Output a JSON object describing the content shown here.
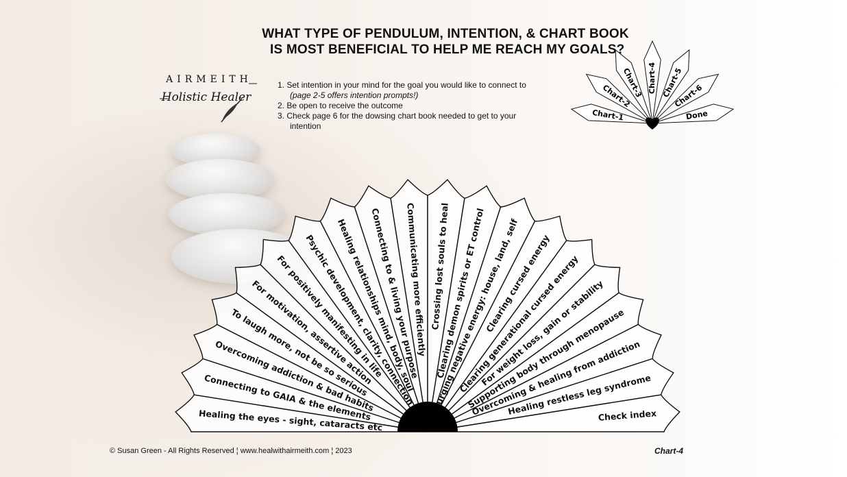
{
  "title": {
    "line1": "WHAT TYPE OF PENDULUM, INTENTION, & CHART BOOK",
    "line2": " IS MOST BENEFICIAL TO HELP ME REACH MY GOALS?"
  },
  "logo": {
    "brand": "AIRMEITH",
    "subtitle": "Holistic Healer"
  },
  "instructions": {
    "step1": "1. Set intention in your mind for the goal you would like to connect to",
    "step1_note": "(page 2-5 offers intention prompts!)",
    "step2": "2. Be open to receive the outcome",
    "step3a": "3. Check page 6 for the dowsing chart book needed to get to your",
    "step3b": "intention"
  },
  "chart_data": {
    "type": "pendulum-chart",
    "chart_name": "Chart-4",
    "segments": [
      "Healing the eyes - sight, cataracts etc",
      "Connecting to GAIA & the elements",
      "Overcoming addiction & bad habits",
      "To laugh more, not be so serious",
      "For motivation, assertive action",
      "For positively manifesting in life",
      "Psychic development, clarity, connection",
      "Healing relationships mind, body, soul",
      "Connecting to & living your purpose",
      "Communicating more efficiently",
      "Crossing lost souls to heal",
      "Clearing demon spirits or ET control",
      "Purging negative energy: house, land, self",
      "Clearing cursed energy",
      "Clearing generational cursed energy",
      "For weight loss, gain or stability",
      "Supporting body through menopause",
      "Overcoming & healing from addiction",
      "Healing restless leg syndrome",
      "Check index"
    ]
  },
  "index_chart": {
    "segments": [
      "Chart-1",
      "Chart-2",
      "Chart-3",
      "Chart-4",
      "Chart-5",
      "Chart-6",
      "Done"
    ]
  },
  "footer": {
    "left": "© Susan Green - All Rights Reserved ¦ www.healwithairmeith.com ¦ 2023",
    "right": "Chart-4"
  }
}
